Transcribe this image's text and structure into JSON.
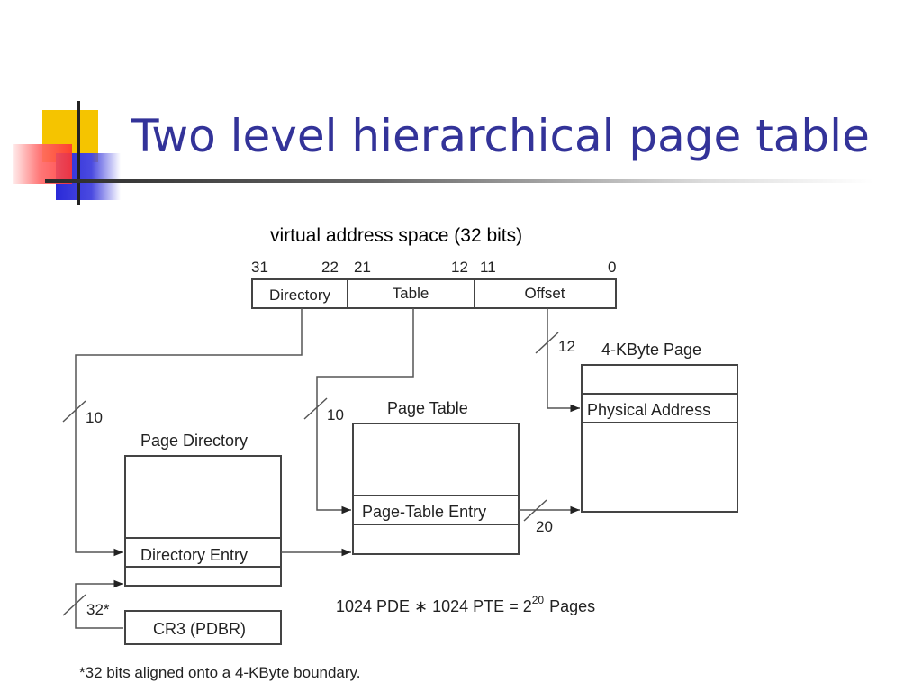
{
  "slide": {
    "title": "Two level hierarchical page table",
    "caption": "virtual address space (32 bits)"
  },
  "address": {
    "bits": [
      "31",
      "22",
      "21",
      "12",
      "11",
      "0"
    ],
    "fields": [
      "Directory",
      "Table",
      "Offset"
    ]
  },
  "widths": {
    "directory": "10",
    "table": "10",
    "offset": "12",
    "frame": "20",
    "cr3": "32*"
  },
  "blocks": {
    "page_directory": {
      "title": "Page Directory",
      "entry": "Directory Entry"
    },
    "page_table": {
      "title": "Page Table",
      "entry": "Page-Table Entry"
    },
    "page": {
      "title": "4-KByte Page",
      "entry": "Physical Address"
    },
    "cr3": "CR3 (PDBR)"
  },
  "equation": {
    "main": "1024 PDE ∗ 1024 PTE = 2",
    "exponent": "20",
    "suffix": "Pages"
  },
  "footnote": "*32 bits aligned onto a 4-KByte boundary."
}
